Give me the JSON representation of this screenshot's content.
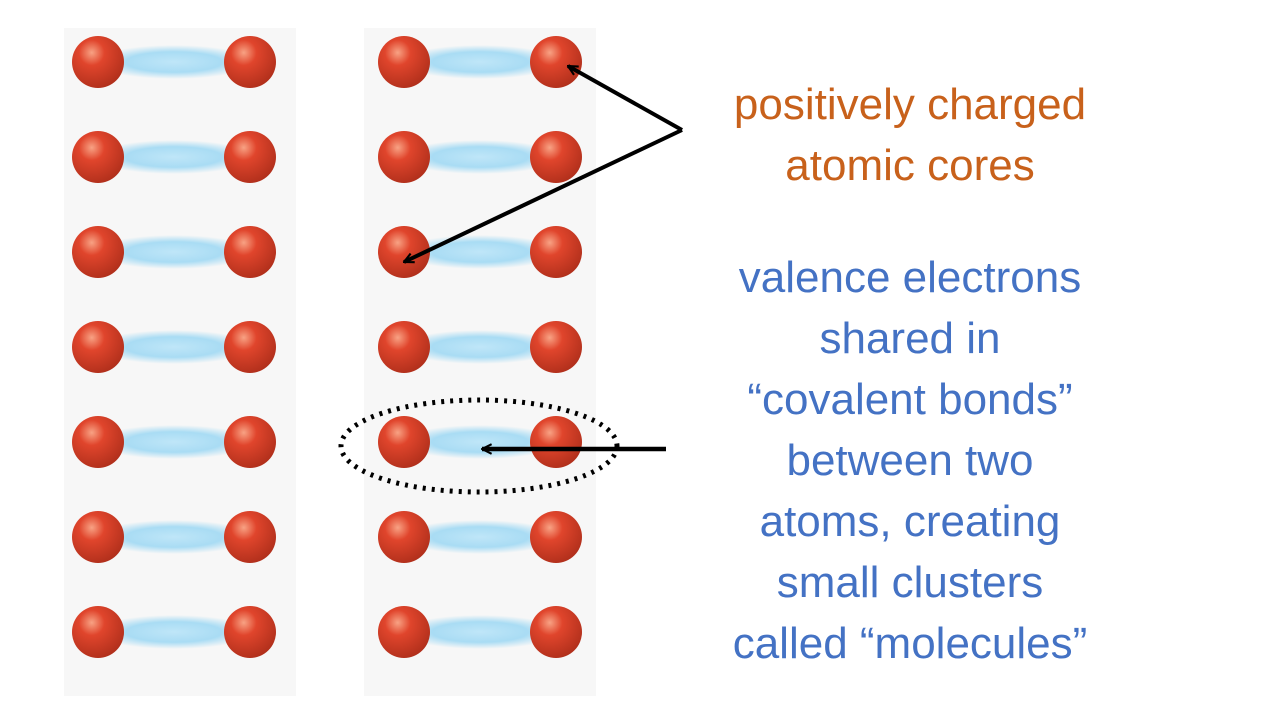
{
  "colors": {
    "atom_core": "#e0452c",
    "atom_highlight": "#f8a284",
    "atom_shadow": "#b2301c",
    "electron_cloud": "#a9dcf4",
    "panel_background": "#f7f7f7",
    "arrow": "#000000",
    "cores_label": "#c8611b",
    "electrons_label": "#4472c4"
  },
  "molecule_grid": {
    "columns": 2,
    "rows": 7
  },
  "labels": {
    "cores": {
      "lines": [
        "positively charged",
        "atomic cores"
      ]
    },
    "electrons": {
      "lines": [
        "valence electrons",
        "shared in",
        "“covalent bonds”",
        "between two",
        "atoms, creating",
        "small clusters",
        "called “molecules”"
      ]
    }
  }
}
